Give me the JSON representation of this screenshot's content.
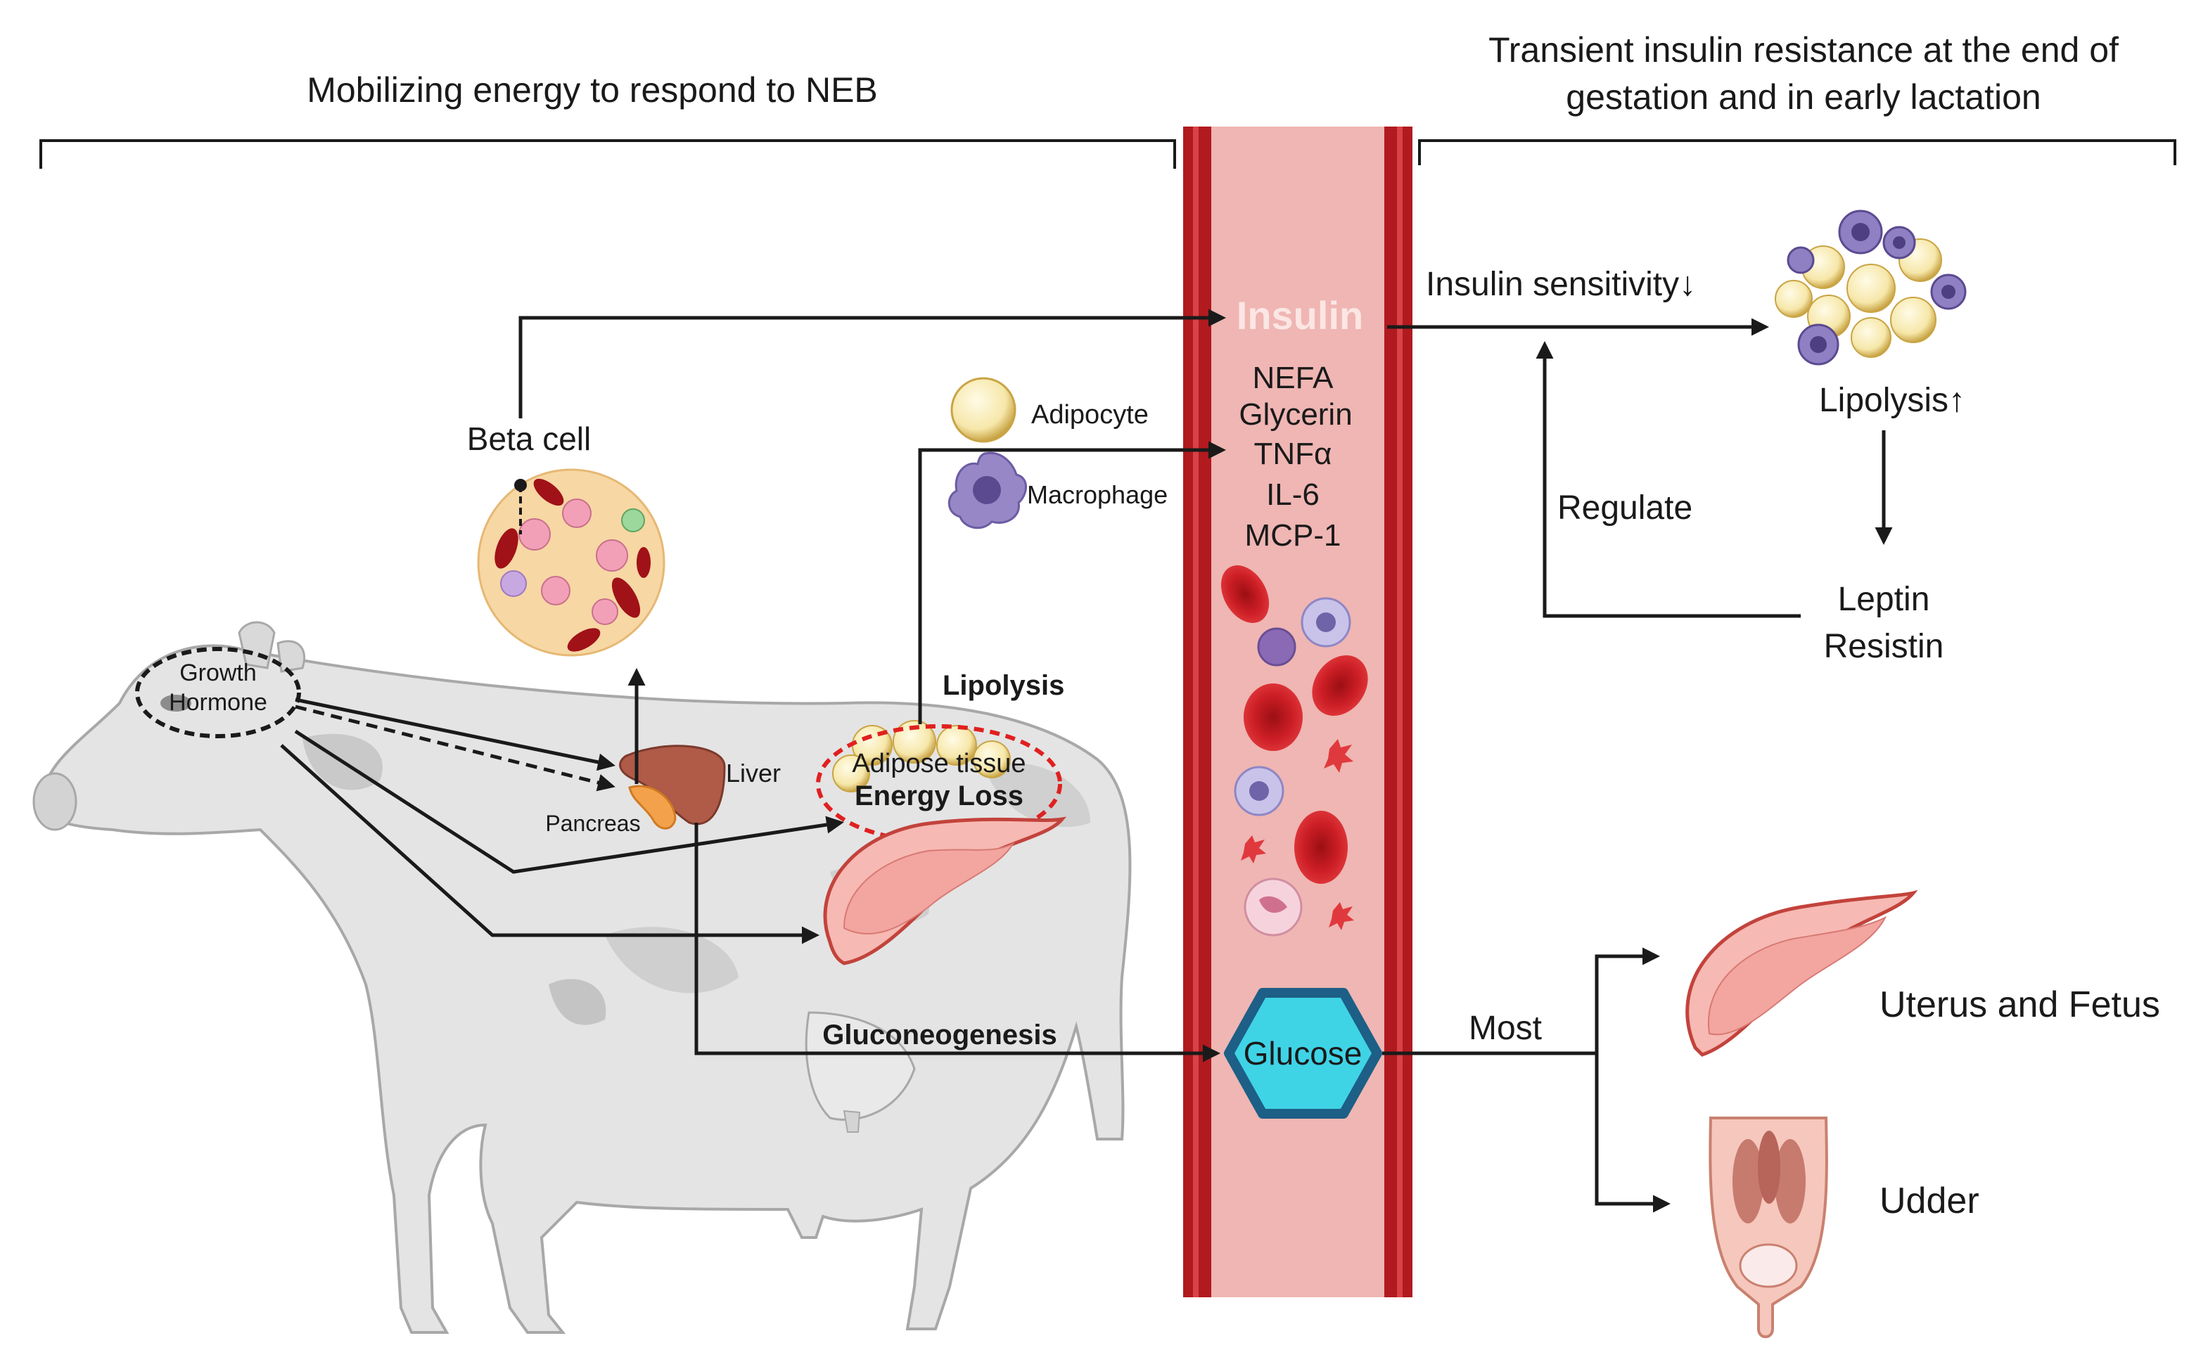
{
  "headers": {
    "left": "Mobilizing energy to respond to NEB",
    "right_line1": "Transient insulin resistance at the end of",
    "right_line2": "gestation and in early lactation"
  },
  "cow": {
    "growth_hormone_line1": "Growth",
    "growth_hormone_line2": "Hormone",
    "pancreas": "Pancreas",
    "liver": "Liver",
    "beta_cell": "Beta cell",
    "adipose_tissue": "Adipose tissue",
    "energy_loss": "Energy Loss",
    "lipolysis": "Lipolysis",
    "gluconeogenesis": "Gluconeogenesis"
  },
  "legend": {
    "adipocyte": "Adipocyte",
    "macrophage": "Macrophage"
  },
  "vessel": {
    "insulin": "Insulin",
    "factors": [
      "NEFA",
      "Glycerin",
      "TNFα",
      "IL-6",
      "MCP-1"
    ],
    "glucose": "Glucose"
  },
  "right_panel": {
    "insulin_sensitivity": "Insulin sensitivity↓",
    "lipolysis_up": "Lipolysis↑",
    "regulate": "Regulate",
    "leptin": "Leptin",
    "resistin": "Resistin",
    "most": "Most",
    "uterus_fetus": "Uterus and Fetus",
    "udder": "Udder"
  },
  "colors": {
    "vessel_wall": "#b11a1f",
    "vessel_lumen": "#efb6b3",
    "glucose_fill": "#3fd3e6",
    "glucose_stroke": "#1d5f86",
    "energy_loss_ring": "#e02020",
    "adipocyte": "#f6e7a9",
    "macrophage": "#9787c6"
  }
}
